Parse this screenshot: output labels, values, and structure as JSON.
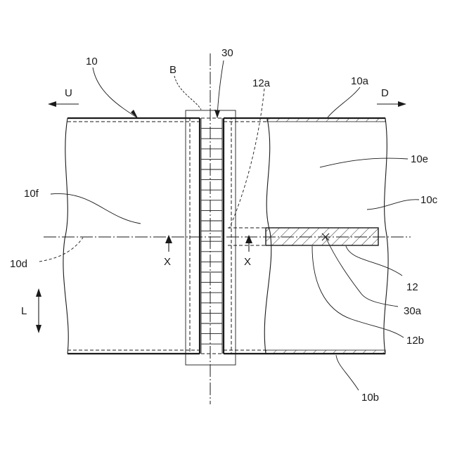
{
  "labels": {
    "ref_10": "10",
    "ref_30": "30",
    "ref_B": "B",
    "ref_12a": "12a",
    "ref_10a": "10a",
    "ref_U": "U",
    "ref_D": "D",
    "ref_10e": "10e",
    "ref_10f": "10f",
    "ref_10c": "10c",
    "ref_10d": "10d",
    "ref_X_left": "X",
    "ref_X_right": "X",
    "ref_12": "12",
    "ref_30a": "30a",
    "ref_12b": "12b",
    "ref_L": "L",
    "ref_10b": "10b"
  }
}
